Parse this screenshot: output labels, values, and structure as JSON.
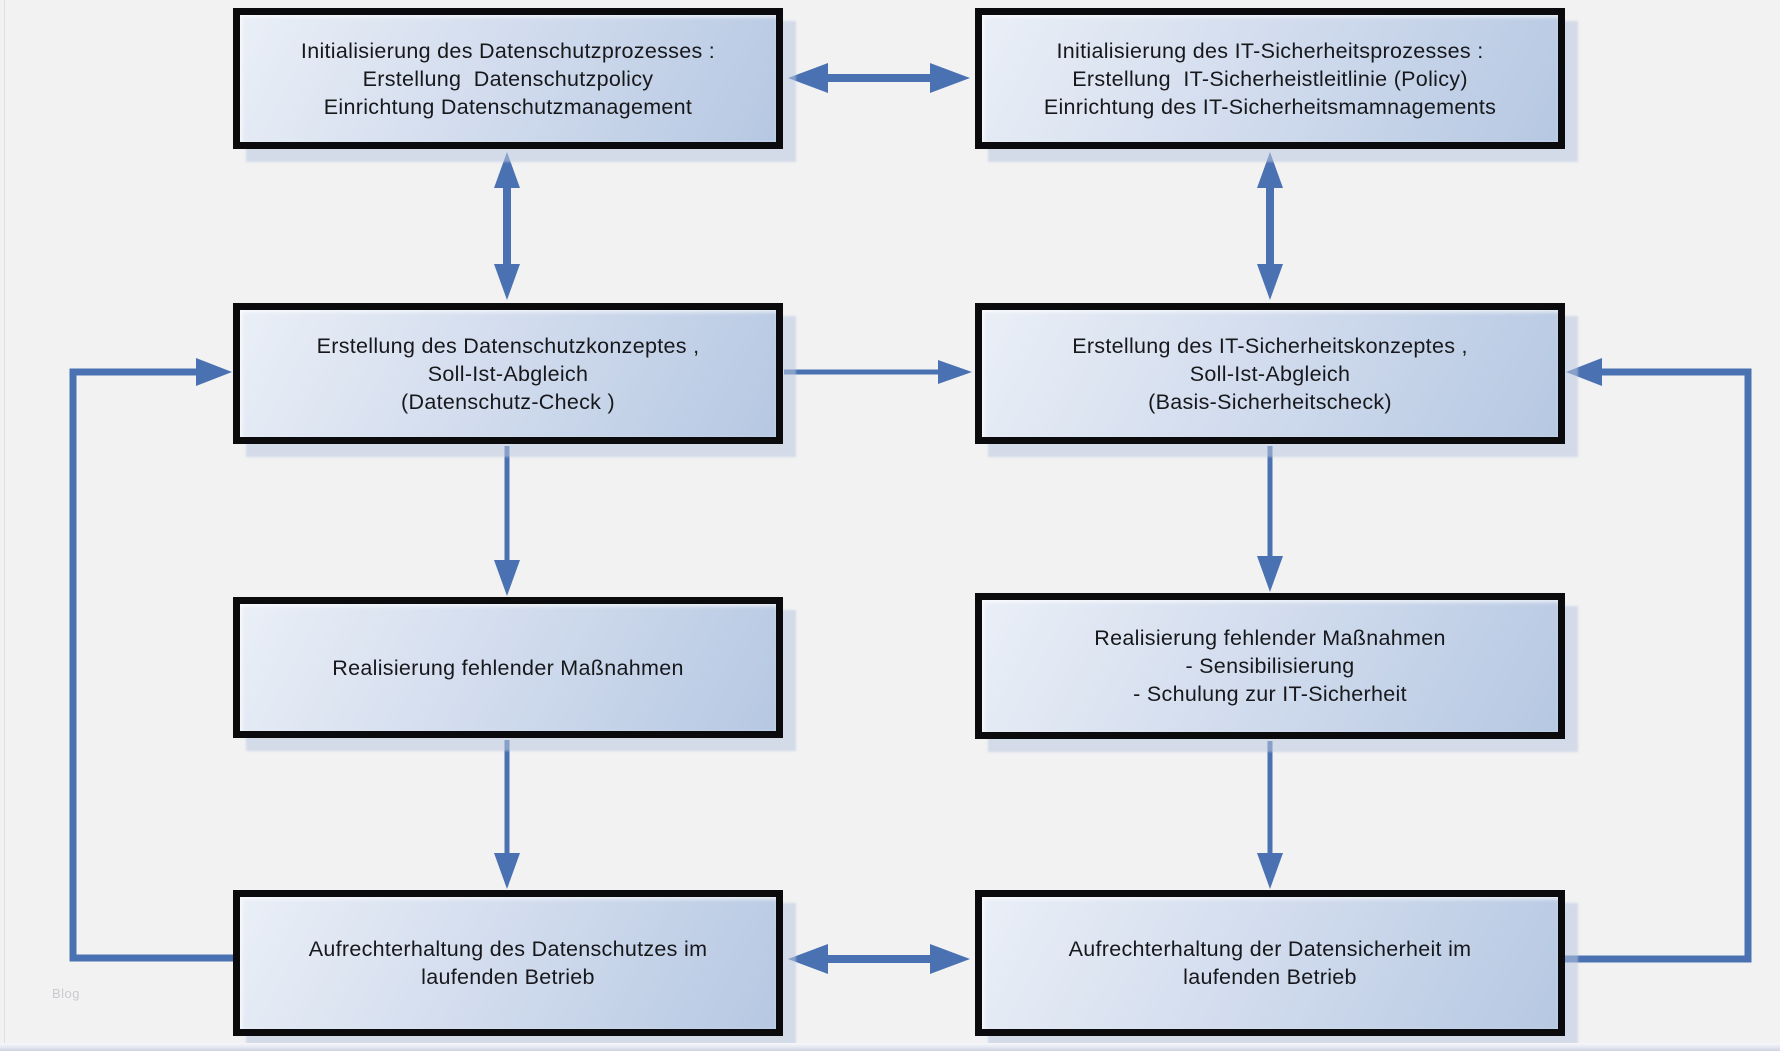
{
  "diagram": {
    "watermark": "Blog",
    "colors": {
      "background": "#f2f2f3",
      "arrow": "#4a72b2",
      "box_border": "#0b0b0e",
      "box_fill_light": "#eaeff7",
      "box_fill_dark": "#b6c8e2",
      "box_shadow": "#bac7df",
      "text": "#17181c"
    },
    "boxes": [
      {
        "id": "init-datenschutz",
        "lines": [
          "Initialisierung des Datenschutzprozesses :",
          "Erstellung  Datenschutzpolicy",
          "Einrichtung Datenschutzmanagement"
        ]
      },
      {
        "id": "init-it-sicherheit",
        "lines": [
          "Initialisierung des IT-Sicherheitsprozesses :",
          "Erstellung  IT-Sicherheistleitlinie (Policy)",
          "Einrichtung des IT-Sicherheitsmamnagements"
        ]
      },
      {
        "id": "datenschutzkonzept",
        "lines": [
          "Erstellung des Datenschutzkonzeptes ,",
          "Soll-Ist-Abgleich",
          "(Datenschutz-Check )"
        ]
      },
      {
        "id": "it-sicherheitskonzept",
        "lines": [
          "Erstellung des IT-Sicherheitskonzeptes ,",
          "Soll-Ist-Abgleich",
          "(Basis-Sicherheitscheck)"
        ]
      },
      {
        "id": "realisierung-datenschutz",
        "lines": [
          "Realisierung fehlender Maßnahmen"
        ]
      },
      {
        "id": "realisierung-it",
        "lines": [
          "Realisierung fehlender Maßnahmen",
          "- Sensibilisierung",
          "- Schulung zur IT-Sicherheit"
        ]
      },
      {
        "id": "aufrechterhaltung-datenschutz",
        "lines": [
          "Aufrechterhaltung des Datenschutzes im",
          "laufenden Betrieb"
        ]
      },
      {
        "id": "aufrechterhaltung-datensicherheit",
        "lines": [
          "Aufrechterhaltung der Datensicherheit im",
          "laufenden Betrieb"
        ]
      }
    ],
    "connections": [
      {
        "from": "init-datenschutz",
        "to": "init-it-sicherheit",
        "bidirectional": true
      },
      {
        "from": "init-datenschutz",
        "to": "datenschutzkonzept",
        "bidirectional": true
      },
      {
        "from": "init-it-sicherheit",
        "to": "it-sicherheitskonzept",
        "bidirectional": true
      },
      {
        "from": "datenschutzkonzept",
        "to": "it-sicherheitskonzept",
        "bidirectional": false
      },
      {
        "from": "datenschutzkonzept",
        "to": "realisierung-datenschutz",
        "bidirectional": false
      },
      {
        "from": "it-sicherheitskonzept",
        "to": "realisierung-it",
        "bidirectional": false
      },
      {
        "from": "realisierung-datenschutz",
        "to": "aufrechterhaltung-datenschutz",
        "bidirectional": false
      },
      {
        "from": "realisierung-it",
        "to": "aufrechterhaltung-datensicherheit",
        "bidirectional": false
      },
      {
        "from": "aufrechterhaltung-datenschutz",
        "to": "aufrechterhaltung-datensicherheit",
        "bidirectional": true
      },
      {
        "from": "aufrechterhaltung-datenschutz",
        "to": "datenschutzkonzept",
        "bidirectional": false,
        "type": "feedback-loop"
      },
      {
        "from": "aufrechterhaltung-datensicherheit",
        "to": "it-sicherheitskonzept",
        "bidirectional": false,
        "type": "feedback-loop"
      }
    ]
  }
}
